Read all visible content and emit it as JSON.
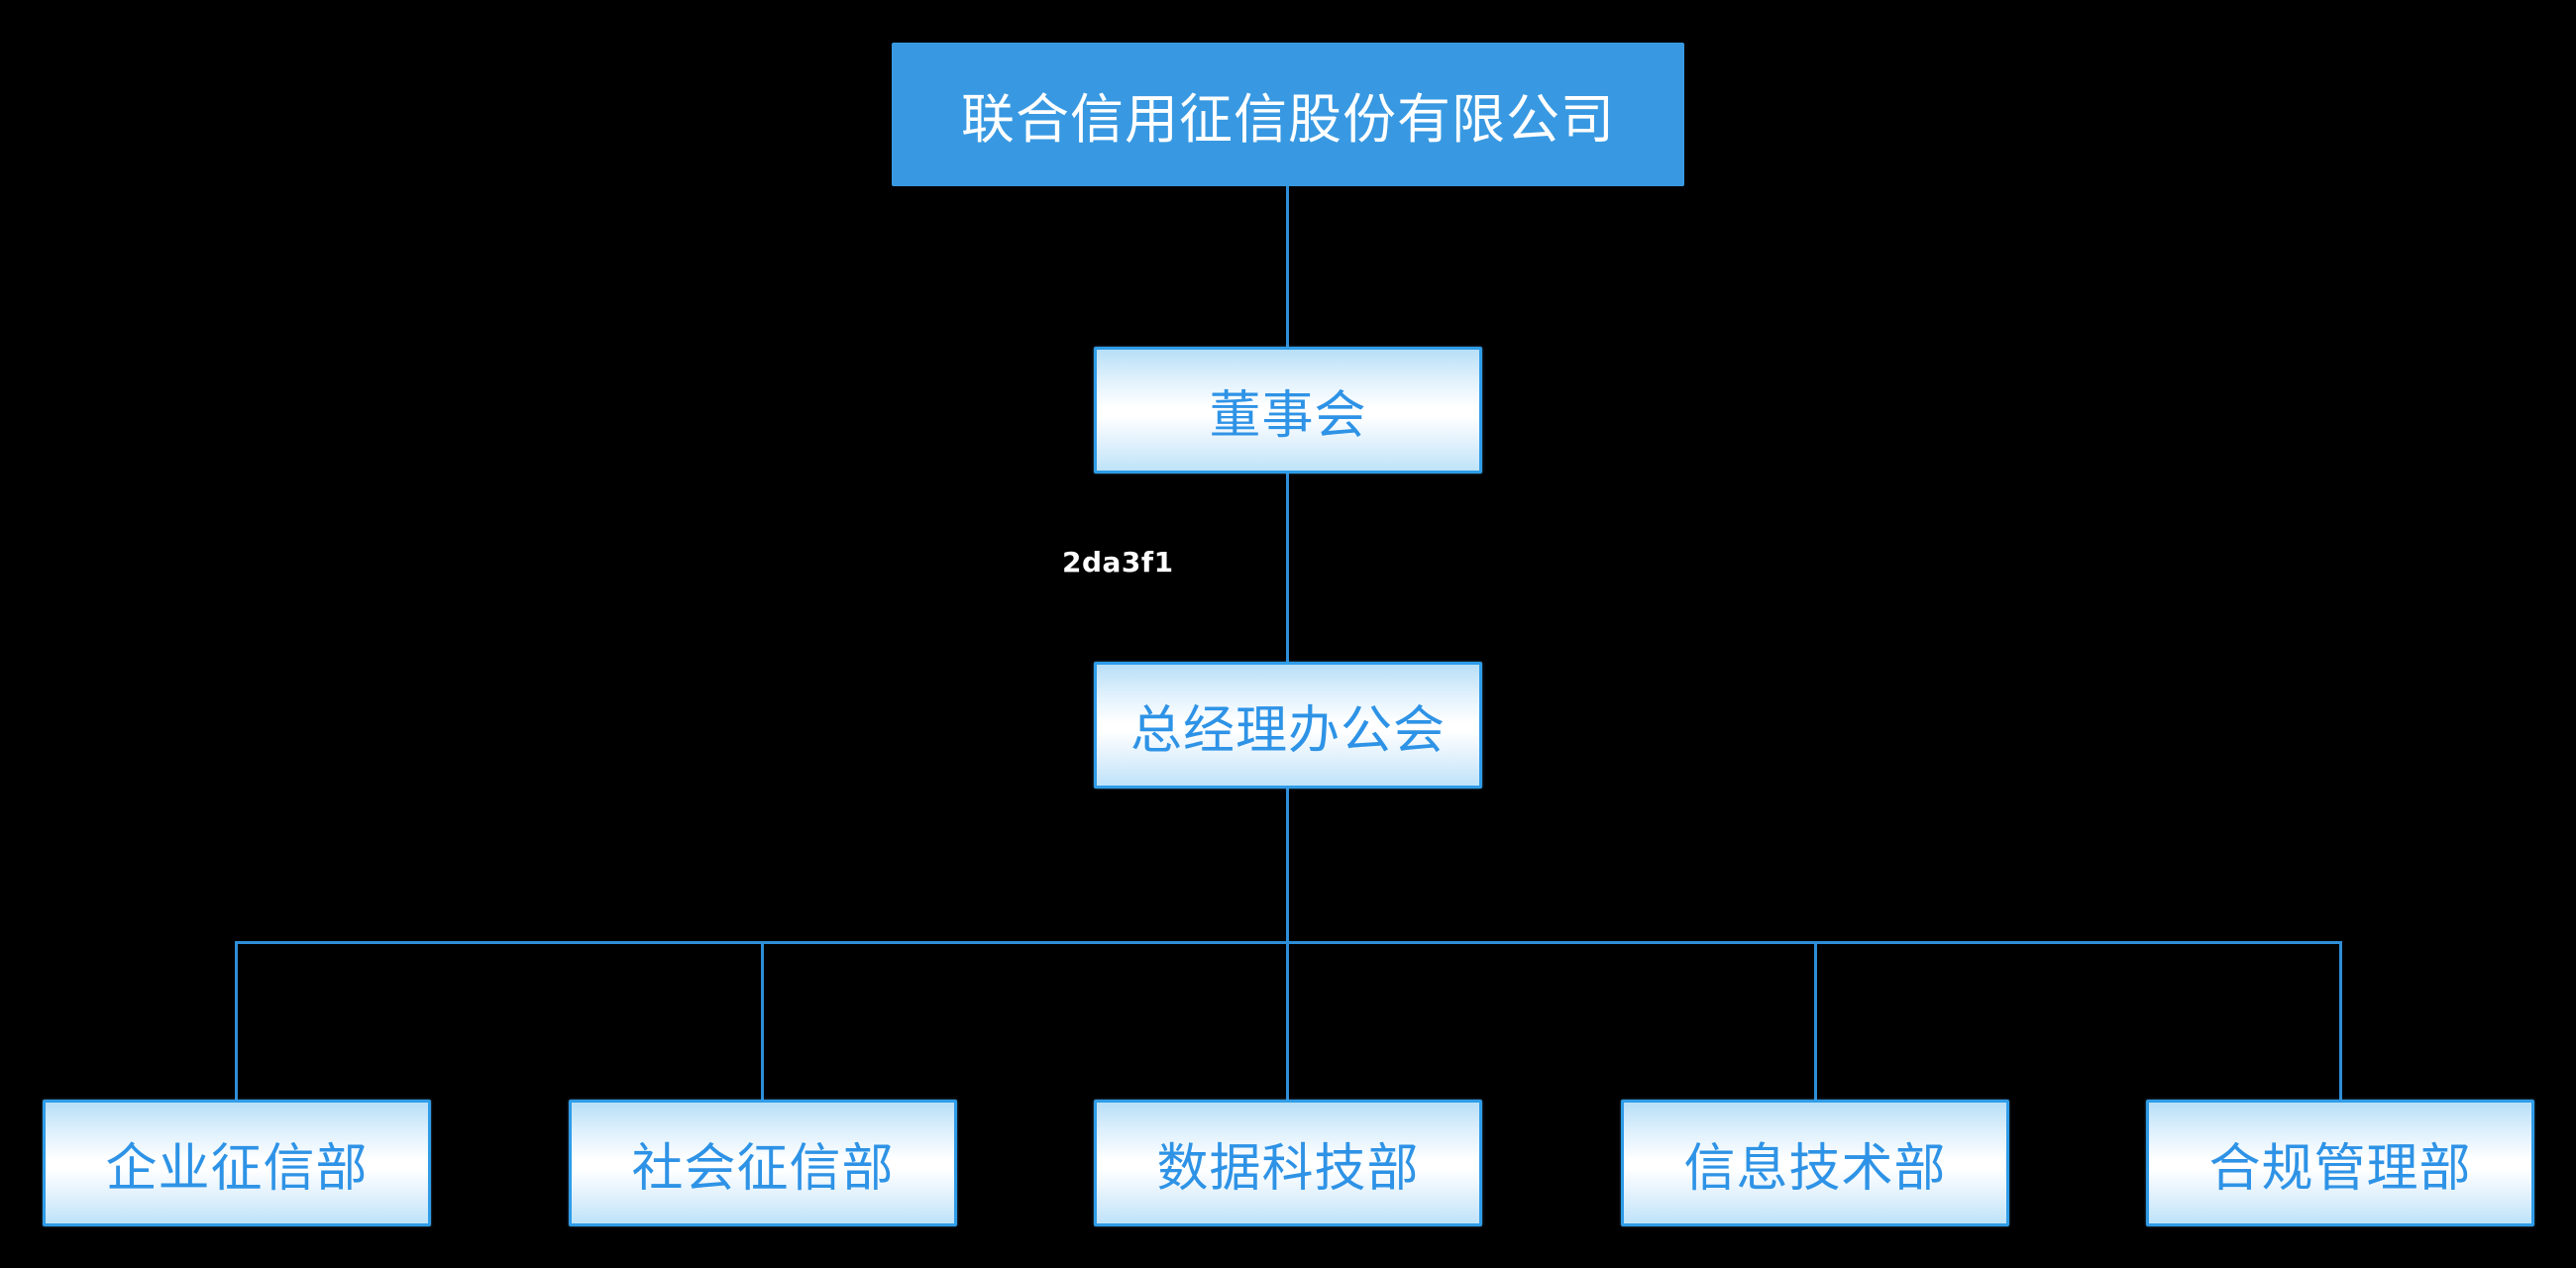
{
  "diagram": {
    "root": {
      "label": "联合信用征信股份有限公司"
    },
    "board": {
      "label": "董事会"
    },
    "gm_office": {
      "label": "总经理办公会"
    },
    "edge_label": "2da3f1",
    "departments": [
      {
        "label": "企业征信部"
      },
      {
        "label": "社会征信部"
      },
      {
        "label": "数据科技部"
      },
      {
        "label": "信息技术部"
      },
      {
        "label": "合规管理部"
      }
    ]
  },
  "colors": {
    "background": "#000000",
    "root_fill": "#3899e2",
    "root_text": "#ffffff",
    "child_border": "#2f9ce8",
    "child_gradient_edge": "#b7dff7",
    "child_gradient_middle": "#ffffff",
    "child_text": "#2e93e6",
    "connector_line": "#2e8ed8",
    "edge_label_text": "#ffffff"
  }
}
